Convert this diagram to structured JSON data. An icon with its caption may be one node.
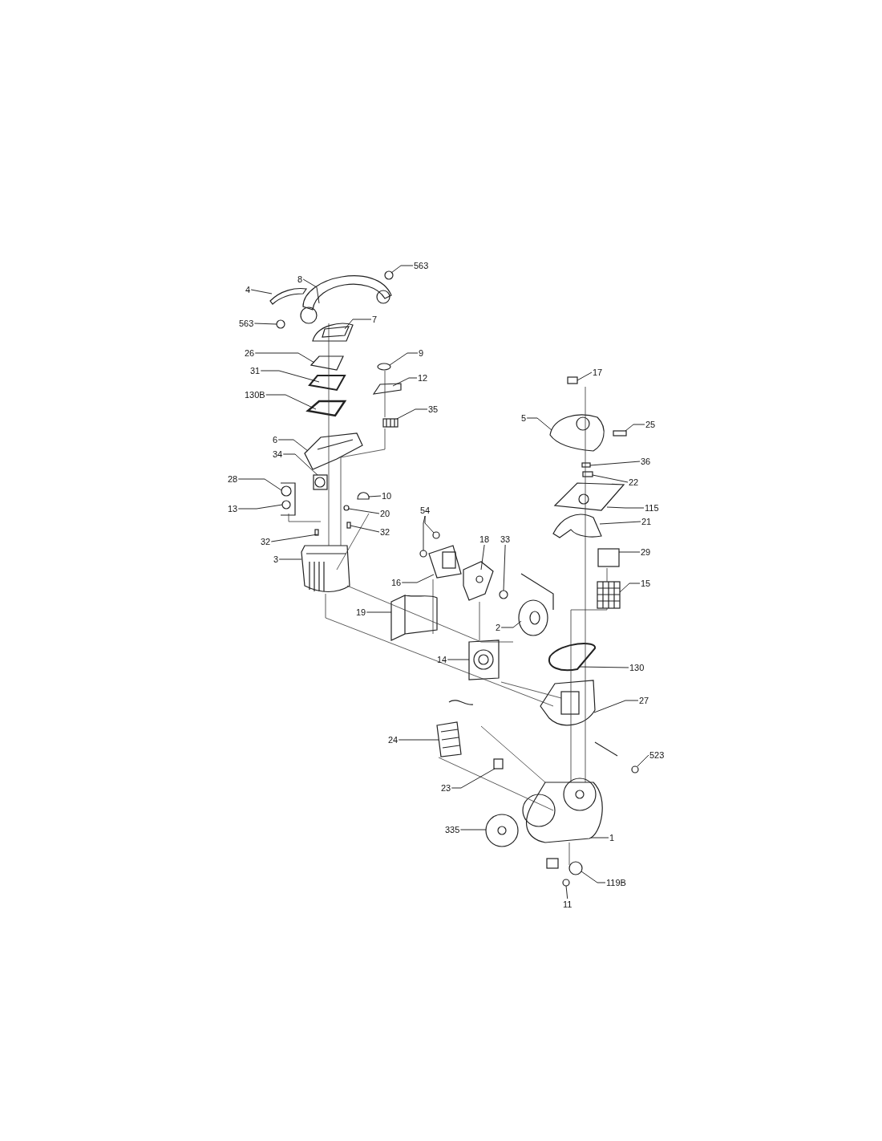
{
  "diagram": {
    "nodes": [
      {
        "text": [
          "8"
        ]
      },
      {
        "text": [
          "563"
        ]
      },
      {
        "text": [
          "4"
        ]
      },
      {
        "text": [
          "563"
        ]
      },
      {
        "text": [
          "7"
        ]
      },
      {
        "text": [
          "26"
        ]
      },
      {
        "text": [
          "31"
        ]
      },
      {
        "text": [
          "130B"
        ]
      },
      {
        "text": [
          "9"
        ]
      },
      {
        "text": [
          "12"
        ]
      },
      {
        "text": [
          "35"
        ]
      },
      {
        "text": [
          "6"
        ]
      },
      {
        "text": [
          "28"
        ]
      },
      {
        "text": [
          "34"
        ]
      },
      {
        "text": [
          "13"
        ]
      },
      {
        "text": [
          "10"
        ]
      },
      {
        "text": [
          "20"
        ]
      },
      {
        "text": [
          "32"
        ]
      },
      {
        "text": [
          "32"
        ]
      },
      {
        "text": [
          "3"
        ]
      },
      {
        "text": [
          "17"
        ]
      },
      {
        "text": [
          "5"
        ]
      },
      {
        "text": [
          "25"
        ]
      },
      {
        "text": [
          "36"
        ]
      },
      {
        "text": [
          "22"
        ]
      },
      {
        "text": [
          "115"
        ]
      },
      {
        "text": [
          "21"
        ]
      },
      {
        "text": [
          "29"
        ]
      },
      {
        "text": [
          "15"
        ]
      },
      {
        "text": [
          "54"
        ]
      },
      {
        "text": [
          "18"
        ]
      },
      {
        "text": [
          "33"
        ]
      },
      {
        "text": [
          "16"
        ]
      },
      {
        "text": [
          "2"
        ]
      },
      {
        "text": [
          "19"
        ]
      },
      {
        "text": [
          "14"
        ]
      },
      {
        "text": [
          "130"
        ]
      },
      {
        "text": [
          "27"
        ]
      },
      {
        "text": [
          "24"
        ]
      },
      {
        "text": [
          "523"
        ]
      },
      {
        "text": [
          "23"
        ]
      },
      {
        "text": [
          "335"
        ]
      },
      {
        "text": [
          "1"
        ]
      },
      {
        "text": [
          "119B"
        ]
      },
      {
        "text": [
          "11"
        ]
      }
    ],
    "edges": [
      {
        "from": 0,
        "to": null,
        "arrow": "none"
      },
      {
        "from": 1,
        "to": null,
        "arrow": "none"
      },
      {
        "from": 2,
        "to": null,
        "arrow": "none"
      },
      {
        "from": 3,
        "to": null,
        "arrow": "none"
      },
      {
        "from": 4,
        "to": null,
        "arrow": "none"
      },
      {
        "from": 5,
        "to": null,
        "arrow": "none"
      },
      {
        "from": 6,
        "to": null,
        "arrow": "none"
      },
      {
        "from": 7,
        "to": null,
        "arrow": "none"
      },
      {
        "from": 8,
        "to": null,
        "arrow": "none"
      },
      {
        "from": 9,
        "to": null,
        "arrow": "none"
      },
      {
        "from": 10,
        "to": null,
        "arrow": "none"
      },
      {
        "from": 11,
        "to": null,
        "arrow": "none"
      },
      {
        "from": 12,
        "to": null,
        "arrow": "none"
      },
      {
        "from": 13,
        "to": null,
        "arrow": "none"
      },
      {
        "from": 14,
        "to": null,
        "arrow": "none"
      },
      {
        "from": 15,
        "to": null,
        "arrow": "none"
      },
      {
        "from": 16,
        "to": null,
        "arrow": "none"
      },
      {
        "from": 17,
        "to": null,
        "arrow": "none"
      },
      {
        "from": 18,
        "to": null,
        "arrow": "none"
      },
      {
        "from": 19,
        "to": null,
        "arrow": "none"
      },
      {
        "from": 20,
        "to": null,
        "arrow": "none"
      },
      {
        "from": 21,
        "to": null,
        "arrow": "none"
      },
      {
        "from": 22,
        "to": null,
        "arrow": "none"
      },
      {
        "from": 23,
        "to": null,
        "arrow": "none"
      },
      {
        "from": 24,
        "to": null,
        "arrow": "none"
      },
      {
        "from": 25,
        "to": null,
        "arrow": "none"
      },
      {
        "from": 26,
        "to": null,
        "arrow": "none"
      },
      {
        "from": 27,
        "to": null,
        "arrow": "none"
      },
      {
        "from": 28,
        "to": null,
        "arrow": "none"
      },
      {
        "from": 29,
        "to": null,
        "arrow": "none"
      },
      {
        "from": 29,
        "to": null,
        "arrow": "none"
      },
      {
        "from": 30,
        "to": null,
        "arrow": "none"
      },
      {
        "from": 31,
        "to": null,
        "arrow": "none"
      },
      {
        "from": 32,
        "to": null,
        "arrow": "none"
      },
      {
        "from": 33,
        "to": null,
        "arrow": "none"
      },
      {
        "from": 34,
        "to": null,
        "arrow": "none"
      },
      {
        "from": 35,
        "to": null,
        "arrow": "none"
      },
      {
        "from": 36,
        "to": null,
        "arrow": "none"
      },
      {
        "from": 37,
        "to": null,
        "arrow": "none"
      },
      {
        "from": 38,
        "to": null,
        "arrow": "none"
      },
      {
        "from": 39,
        "to": null,
        "arrow": "none"
      },
      {
        "from": 40,
        "to": null,
        "arrow": "none"
      },
      {
        "from": 41,
        "to": null,
        "arrow": "none"
      },
      {
        "from": 42,
        "to": null,
        "arrow": "none"
      },
      {
        "from": 43,
        "to": null,
        "arrow": "none"
      },
      {
        "from": 44,
        "to": null,
        "arrow": "none"
      }
    ]
  }
}
